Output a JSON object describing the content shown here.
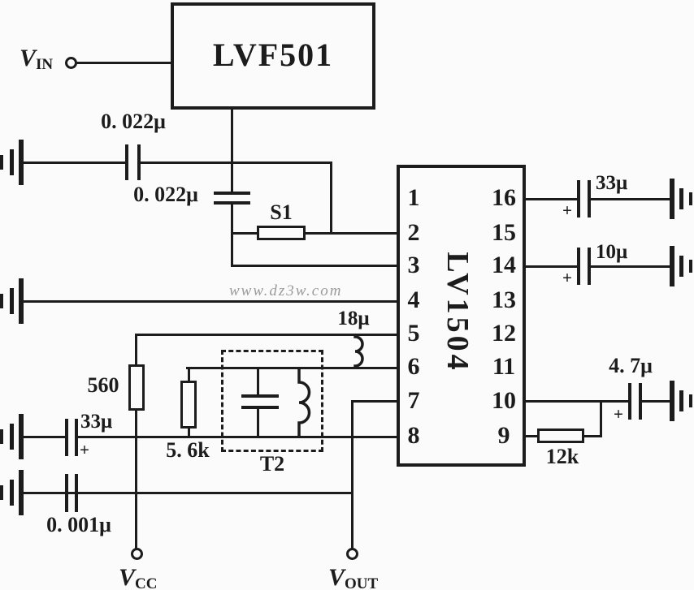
{
  "blocks": {
    "lvf501": "LVF501"
  },
  "ic": {
    "name": "LV1504",
    "left_pins": [
      "1",
      "2",
      "3",
      "4",
      "5",
      "6",
      "7",
      "8"
    ],
    "right_pins": [
      "16",
      "15",
      "14",
      "13",
      "12",
      "11",
      "10",
      "9"
    ]
  },
  "labels": {
    "vin_main": "V",
    "vin_sub": "IN",
    "vcc_main": "V",
    "vcc_sub": "CC",
    "vout_main": "V",
    "vout_sub": "OUT",
    "cap_top1": "0. 022μ",
    "cap_top2": "0. 022μ",
    "switch_s1": "S1",
    "res_560": "560",
    "res_5k6": "5. 6k",
    "transformer_t2": "T2",
    "ind_18u": "18μ",
    "cap_33u_left": "33μ",
    "cap_0001u": "0. 001μ",
    "cap_33u_right": "33μ",
    "cap_10u": "10μ",
    "cap_4u7": "4. 7μ",
    "res_12k": "12k",
    "plus": "+"
  },
  "watermark": "www.dz3w.com",
  "colors": {
    "ink": "#1c1c1c",
    "background": "#fbfbfb",
    "watermark": "#9b9b9b"
  }
}
